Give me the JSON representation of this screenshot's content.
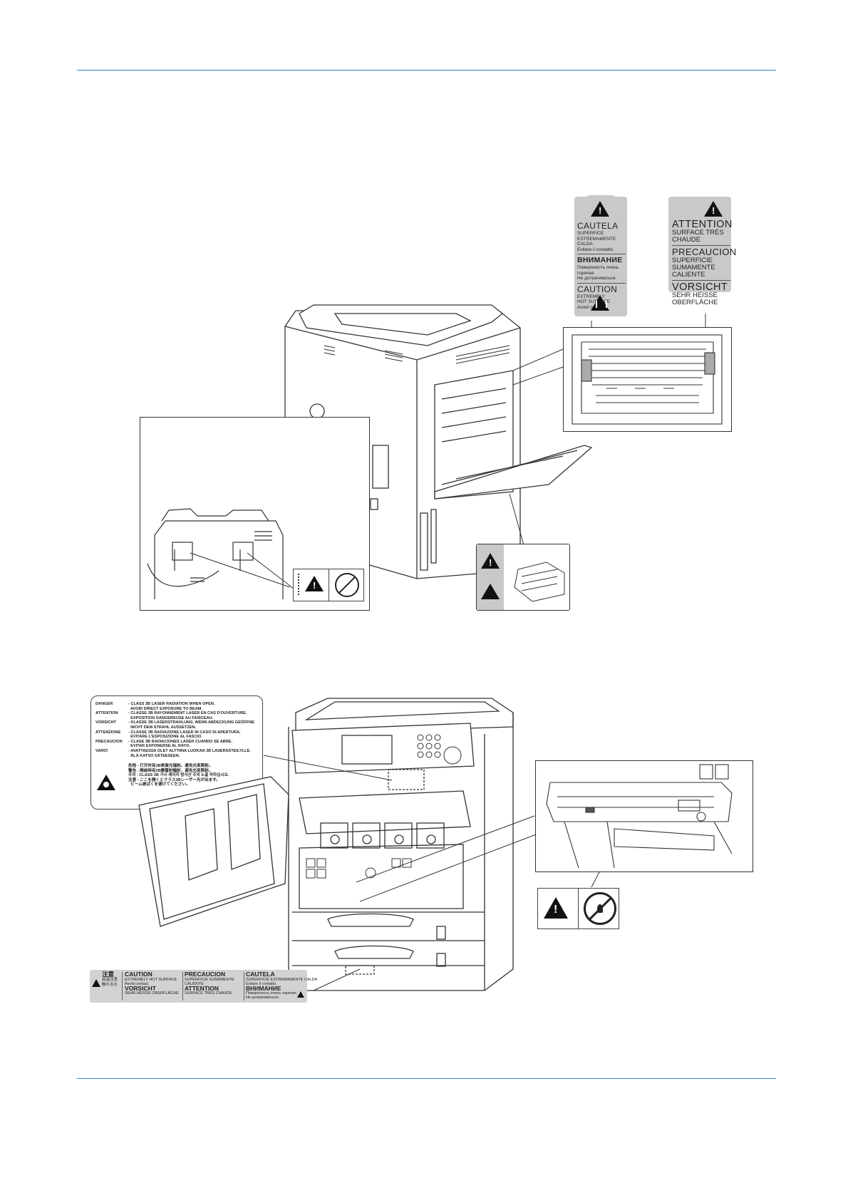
{
  "top_label_left": {
    "h1": "CAUTELA",
    "s1": "SUPERFICE\nESTREMAMENTE CALDA\nEvitare il contatto.",
    "h2": "ВНИМАНИЕ",
    "s2": "Поверхность очень\nгорячая.\nНе дотрагиваться.",
    "h3": "CAUTION",
    "s3": "EXTREMELY\nHOT SURFACE\nAvoid contact."
  },
  "top_label_right": {
    "h1": "ATTENTION",
    "s1": "SURFACE TRÈS\nCHAUDE",
    "h2": "PRECAUCION",
    "s2": "SUPERFICIE\nSUMAMENTE\nCALIENTE",
    "h3": "VORSICHT",
    "s3": "SEHR HEISSE\nOBERFLÄCHE"
  },
  "danger_label": {
    "rows": [
      {
        "key": "DANGER",
        "val": "- CLASS 3B LASER RADIATION WHEN OPEN.\n  AVOID DIRECT EXPOSURE TO BEAM."
      },
      {
        "key": "ATTENTION",
        "val": "- CLASSE 3B RAYONNEMENT LASER EN CAS D'OUVERTURE.\n  EXPOSITION DANGEREUSE AU FAISCEAU."
      },
      {
        "key": "VORSICHT",
        "val": "- KLASSE 3B LASERSTRAHLUNG, WENN ABDECKUNG GEÖFFNE\n  NICHT DEM STRAHL AUSSETZEN."
      },
      {
        "key": "ATTENZIONE",
        "val": "- CLASSE 3B RADIAZIONE LASER IN CASO DI APERTURA.\n  EVITARE L'ESPOSIZIONE AL FASCIO."
      },
      {
        "key": "PRECAUCION",
        "val": "- CLASE 3B RADIACIONES LASER CUANDO SE ABRE.\n  EVITAR EXPONERSE AL RAYO."
      },
      {
        "key": "VARO!",
        "val": "- AVATTAESSA OLET ALTTIINA LUOKAN 3B LASERSÄTEILYLLE.\n  ÄLÄ KATSO SÄTEESEEN."
      }
    ],
    "asian": "危险 - 打开时有3B类激光辐射。避免光束照射。\n警告 - 開啟時有3B類雷射輻射，避免光束照射。\n주의 - CLASS 3B 가시 레이저 방사선 주의 노출 피하십시오.\n注意 - ここを開くとクラス3Bレーザー光が出ます。\n  ビーム被ばくを避けてください。"
  },
  "bottom_label": {
    "jp_h": "注意",
    "jp_s": "高温注意\n触れるな",
    "c1_h": "CAUTION",
    "c1_s": "EXTREMELY HOT SURFACE\nAvoid contact.",
    "c1_h2": "VORSICHT",
    "c1_s2": "SEHR HEISSE OBERFLÄCHE",
    "c2_h": "PRECAUCION",
    "c2_s": "SUPERFICIE SUMAMENTE\nCALIENTE",
    "c2_h2": "ATTENTION",
    "c2_s2": "SURFACE TRÈS CHAUDE",
    "c3_h": "CAUTELA",
    "c3_s": "SUPERFICIE ESTREMAMENTE CALDA\nEvitare il contatto.",
    "c3_h2": "ВНИМАНИЕ",
    "c3_s2": "Поверхность очень горячая,\nНе дотрагиваться."
  }
}
